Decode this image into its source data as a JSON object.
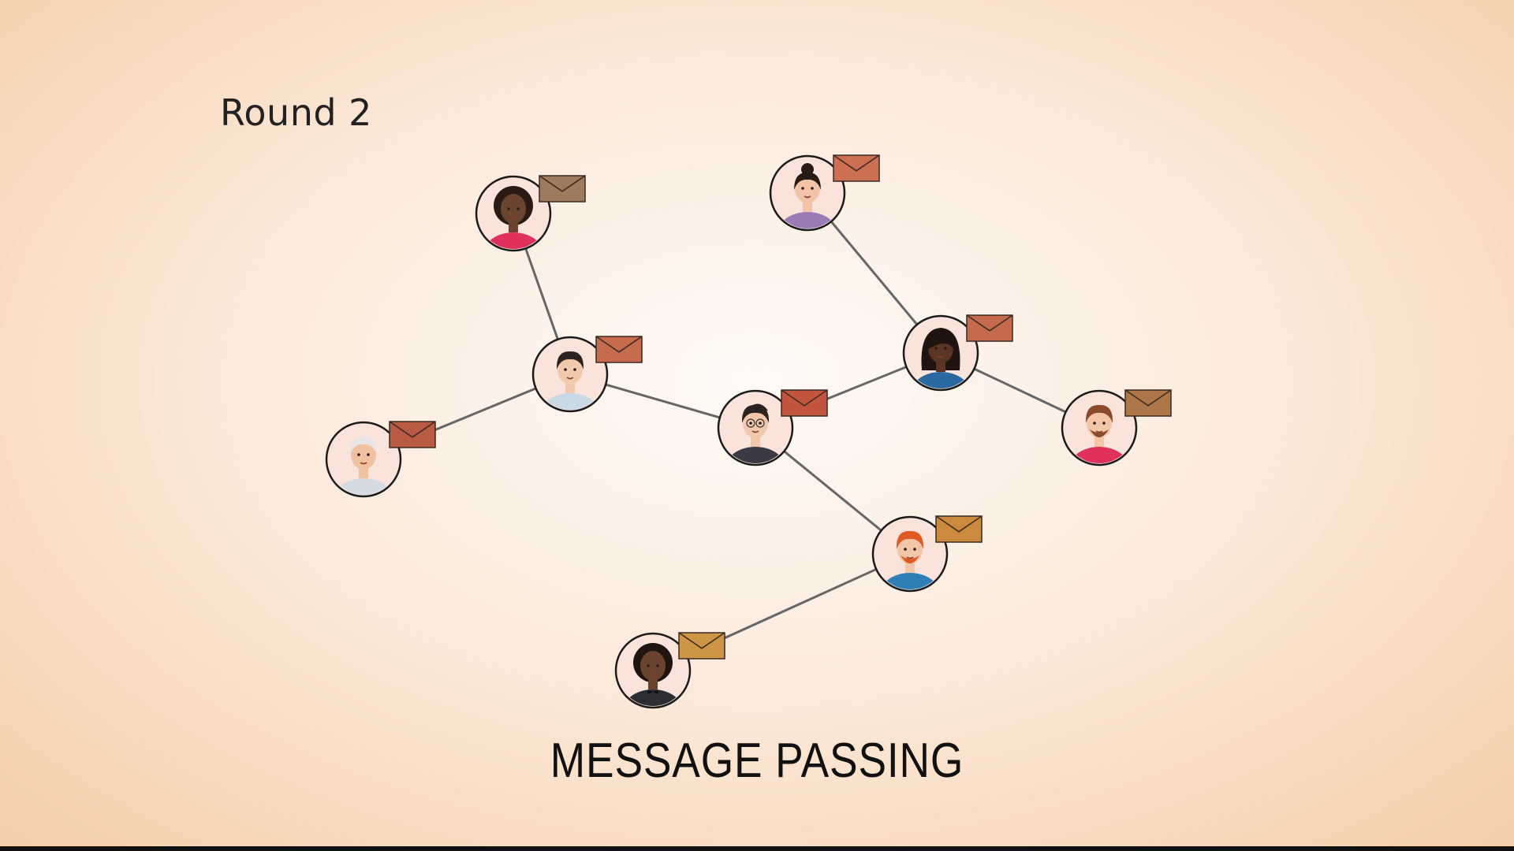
{
  "round_label": "Round 2",
  "title": "MESSAGE PASSING",
  "colors": {
    "edge": "#666666",
    "node_border": "#1a1a1a",
    "node_fill": "#f9e3da"
  },
  "nodes": [
    {
      "id": "woman-curly",
      "envelope_color": "#9e7a5e",
      "skin": "#6b4430",
      "hair": "#2a1a14",
      "shirt": "#e0315d",
      "hair_style": "afro"
    },
    {
      "id": "woman-bun",
      "envelope_color": "#cd6f52",
      "skin": "#f2c3a8",
      "hair": "#2a1a14",
      "shirt": "#9b7bb5",
      "hair_style": "bun"
    },
    {
      "id": "person-short-hair",
      "envelope_color": "#c66b4e",
      "skin": "#f3c9ae",
      "hair": "#2b2320",
      "shirt": "#c9d9e6",
      "hair_style": "short"
    },
    {
      "id": "elderly-woman",
      "envelope_color": "#b85a44",
      "skin": "#f0c2a2",
      "hair": "#e8e6e4",
      "shirt": "#d5dbe3",
      "hair_style": "short"
    },
    {
      "id": "man-glasses",
      "envelope_color": "#c3553f",
      "skin": "#f2c8ad",
      "hair": "#2b2320",
      "shirt": "#3a3a46",
      "hair_style": "quiff"
    },
    {
      "id": "woman-long-hair",
      "envelope_color": "#c56a4c",
      "skin": "#5a3525",
      "hair": "#1f1410",
      "shirt": "#2b6aa0",
      "hair_style": "long"
    },
    {
      "id": "man-beard",
      "envelope_color": "#ad7749",
      "skin": "#f3c6a8",
      "hair": "#8b4a2b",
      "shirt": "#e0315d",
      "hair_style": "short"
    },
    {
      "id": "man-red-hair",
      "envelope_color": "#cc8a3e",
      "skin": "#f3c6a8",
      "hair": "#e05a25",
      "shirt": "#2f7fb6",
      "hair_style": "short"
    },
    {
      "id": "man-bowtie",
      "envelope_color": "#cf9546",
      "skin": "#6b4430",
      "hair": "#1f1410",
      "shirt": "#2d2d34",
      "hair_style": "afro"
    }
  ],
  "edges": [
    [
      "woman-curly",
      "person-short-hair"
    ],
    [
      "person-short-hair",
      "elderly-woman"
    ],
    [
      "person-short-hair",
      "man-glasses"
    ],
    [
      "man-glasses",
      "woman-long-hair"
    ],
    [
      "woman-long-hair",
      "woman-bun"
    ],
    [
      "woman-long-hair",
      "man-beard"
    ],
    [
      "man-glasses",
      "man-red-hair"
    ],
    [
      "man-red-hair",
      "man-bowtie"
    ]
  ]
}
